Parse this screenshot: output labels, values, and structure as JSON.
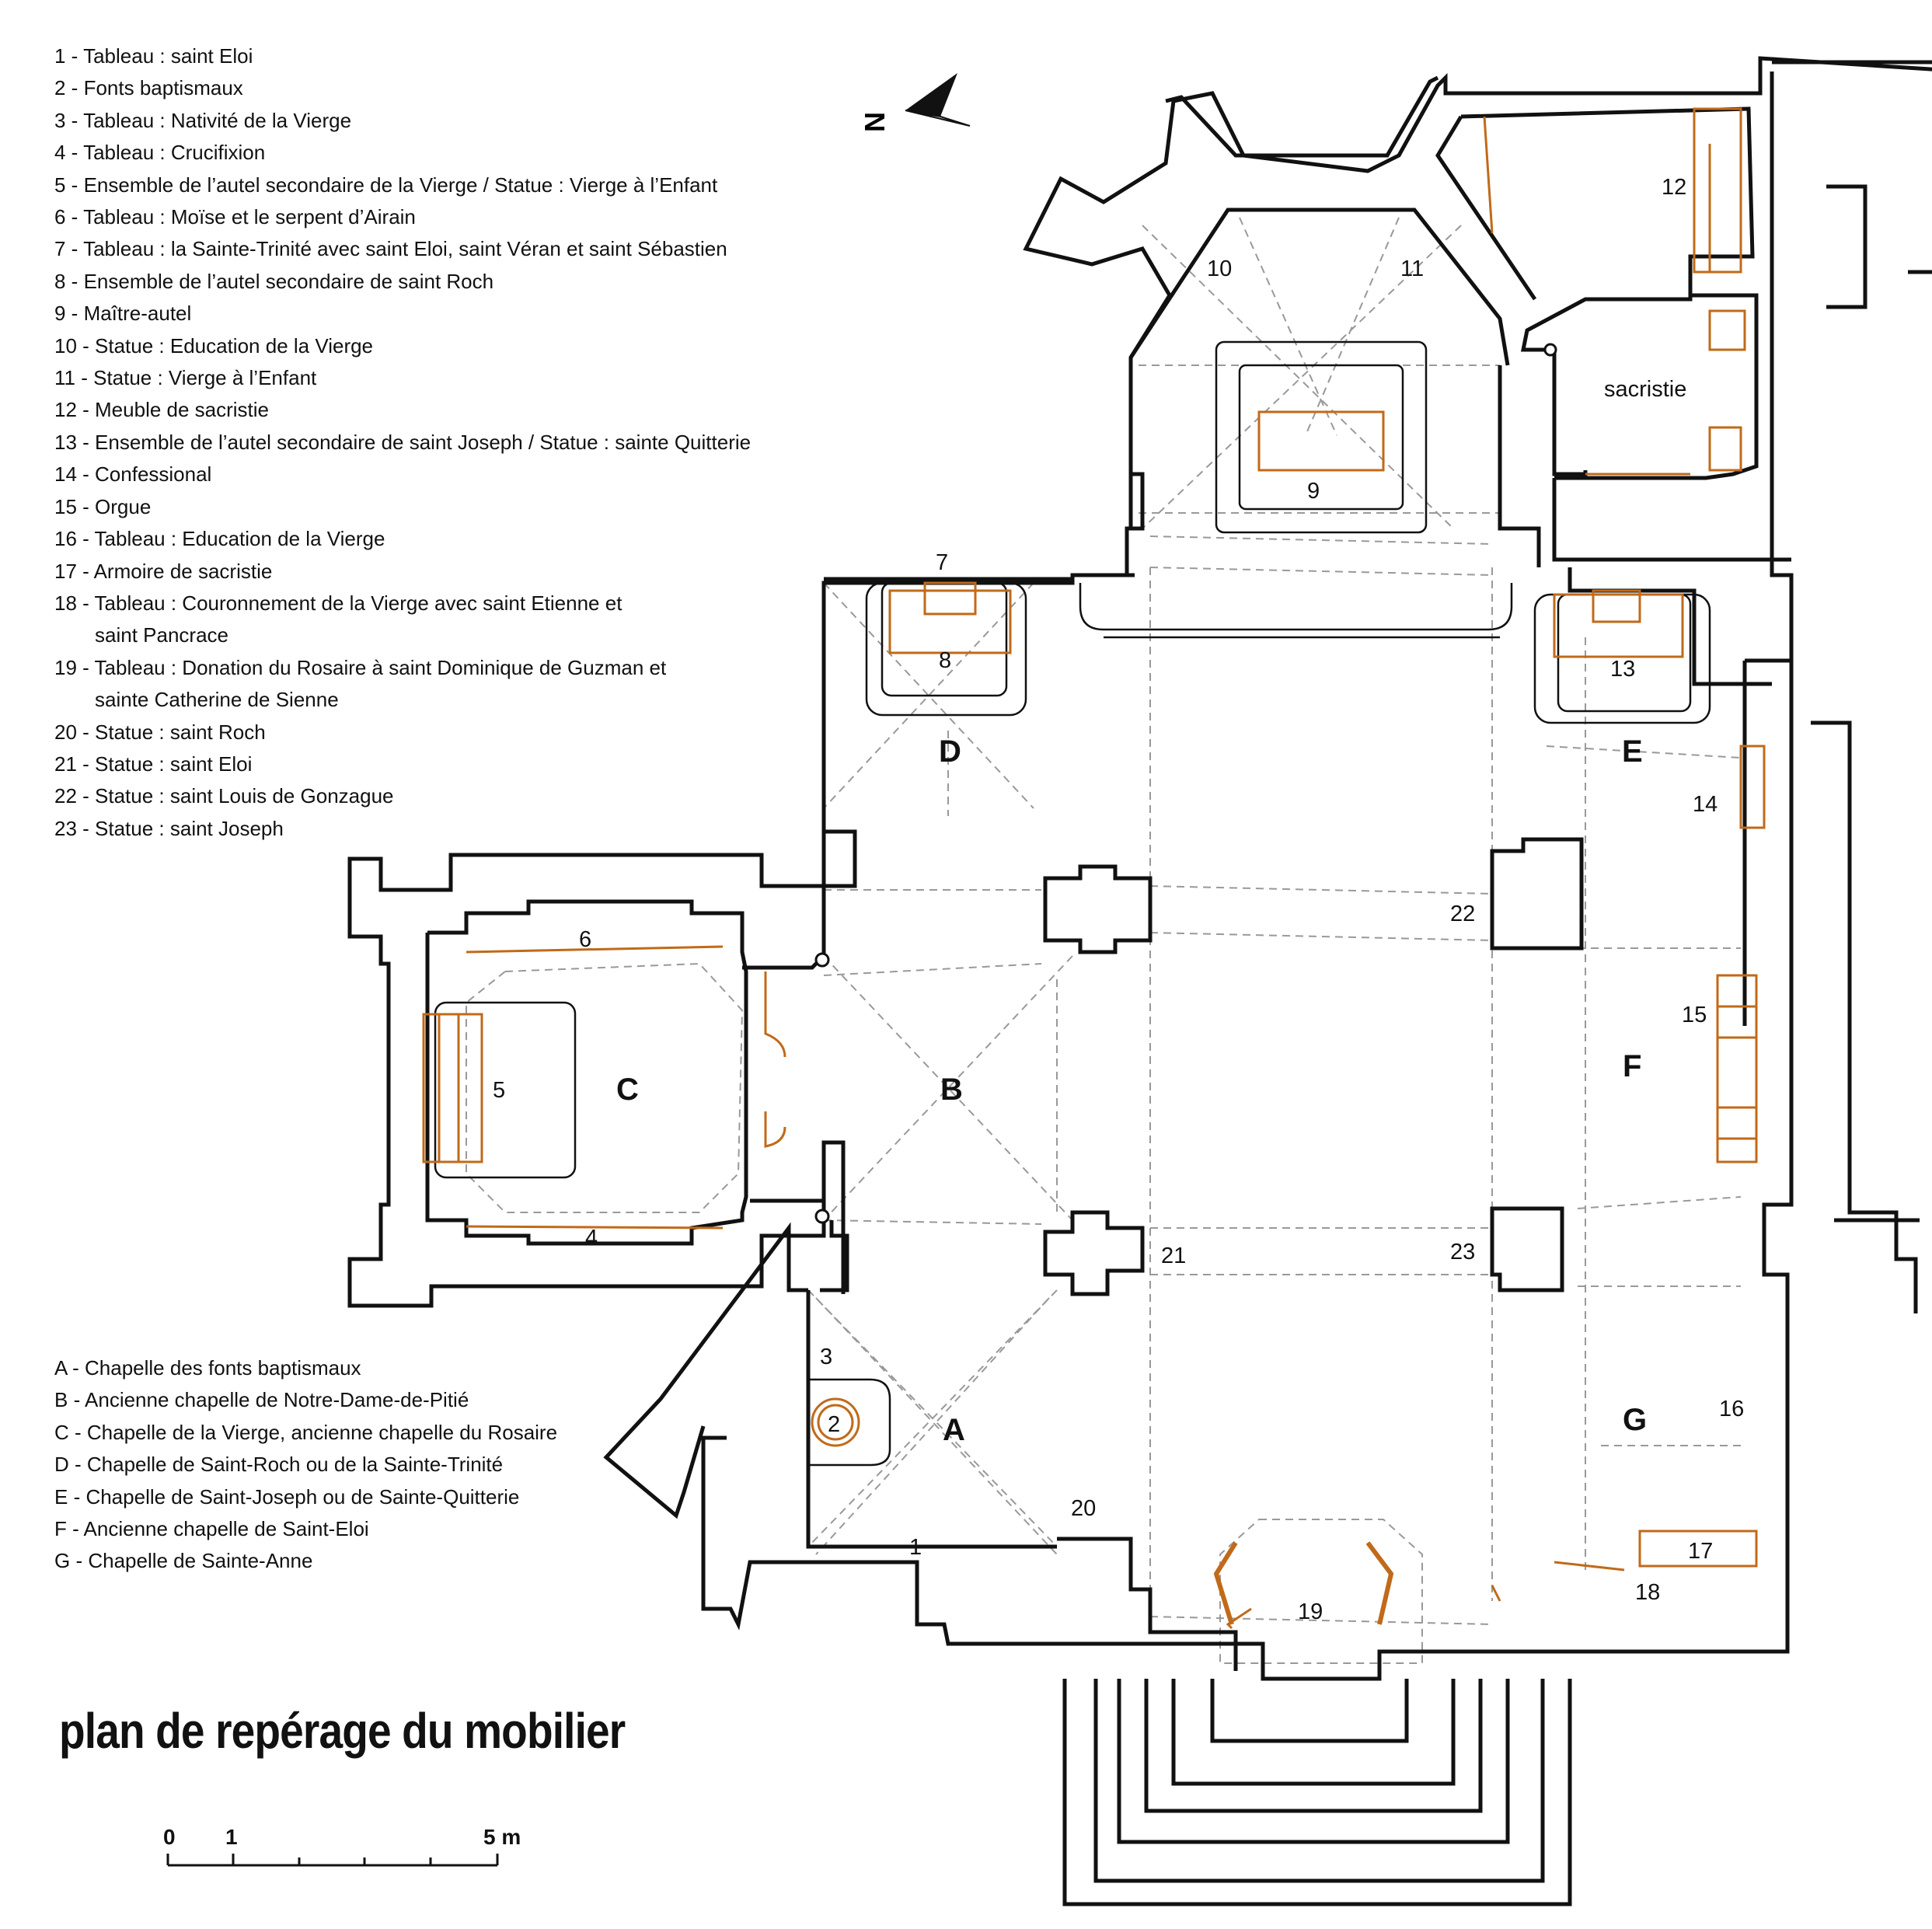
{
  "furniture_legend": [
    "1   - Tableau : saint Eloi",
    "2   - Fonts baptismaux",
    "3   - Tableau : Nativité de la Vierge",
    "4   - Tableau : Crucifixion",
    "5   - Ensemble de l’autel secondaire de la Vierge / Statue : Vierge à l’Enfant",
    "6   - Tableau : Moïse et le serpent d’Airain",
    "7   - Tableau : la Sainte-Trinité avec saint Eloi, saint Véran et saint Sébastien",
    "8   - Ensemble de l’autel secondaire de saint Roch",
    "9   - Maître-autel",
    "10 - Statue : Education de la Vierge",
    "11 - Statue : Vierge à l’Enfant",
    "12 - Meuble de sacristie",
    "13 - Ensemble de l’autel secondaire de saint Joseph / Statue : sainte Quitterie",
    "14 - Confessional",
    "15 - Orgue",
    "16 - Tableau : Education de la Vierge",
    "17 - Armoire de sacristie",
    "18 - Tableau : Couronnement de la  Vierge avec saint Etienne et",
    "saint Pancrace",
    "19  - Tableau : Donation du Rosaire à saint Dominique de Guzman et",
    "sainte Catherine de Sienne",
    "20 - Statue : saint Roch",
    "21 - Statue : saint Eloi",
    "22 - Statue : saint Louis de Gonzague",
    "23 - Statue : saint Joseph"
  ],
  "chapel_legend": [
    "A - Chapelle des fonts baptismaux",
    "B - Ancienne chapelle de Notre-Dame-de-Pitié",
    "C - Chapelle de la Vierge, ancienne chapelle du Rosaire",
    "D - Chapelle de Saint-Roch ou de la Sainte-Trinité",
    "E - Chapelle de Saint-Joseph ou de Sainte-Quitterie",
    "F - Ancienne chapelle de Saint-Eloi",
    "G - Chapelle de Sainte-Anne"
  ],
  "title": "plan de repérage du mobilier",
  "scale": {
    "zero": "0",
    "one": "1",
    "five": "5 m"
  },
  "north": "N",
  "plan_labels": {
    "n1": "1",
    "n2": "2",
    "n3": "3",
    "n4": "4",
    "n5": "5",
    "n6": "6",
    "n7": "7",
    "n8": "8",
    "n9": "9",
    "n10": "10",
    "n11": "11",
    "n12": "12",
    "n13": "13",
    "n14": "14",
    "n15": "15",
    "n16": "16",
    "n17": "17",
    "n18": "18",
    "n19": "19",
    "n20": "20",
    "n21": "21",
    "n22": "22",
    "n23": "23",
    "A": "A",
    "B": "B",
    "C": "C",
    "D": "D",
    "E": "E",
    "F": "F",
    "G": "G",
    "sacristie": "sacristie"
  },
  "colors": {
    "wall": "#111111",
    "furniture": "#c06a1a",
    "vault": "#999999"
  }
}
